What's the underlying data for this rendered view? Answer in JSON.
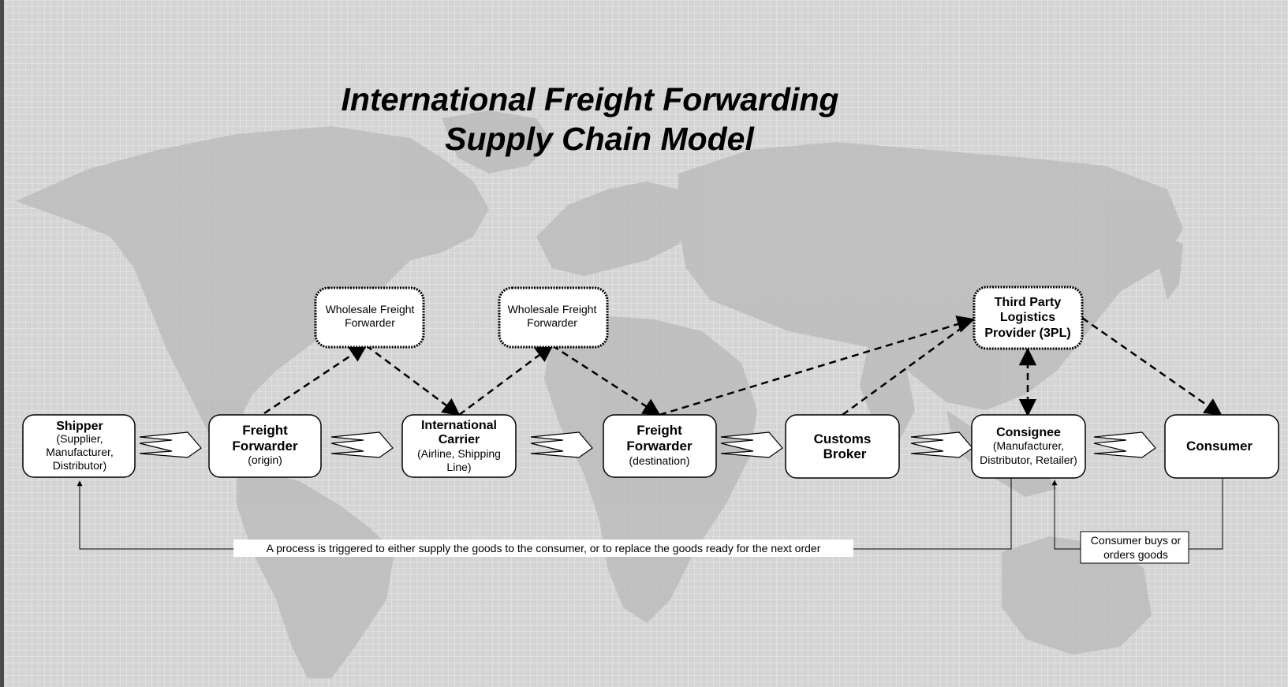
{
  "title": {
    "line1": "International Freight Forwarding",
    "line2": "Supply Chain Model"
  },
  "colors": {
    "background": "#d2d2d2",
    "land": "#bdbdbd",
    "grid": "#e6e6e6",
    "box_fill": "#ffffff",
    "stroke": "#000000",
    "left_bar": "#4a4a4a"
  },
  "nodes": {
    "shipper": {
      "name": "Shipper",
      "sub1": "(Supplier,",
      "sub2": "Manufacturer,",
      "sub3": "Distributor)"
    },
    "ff_origin": {
      "name1": "Freight",
      "name2": "Forwarder",
      "sub1": "(origin)"
    },
    "carrier": {
      "name1": "International",
      "name2": "Carrier",
      "sub1": "(Airline, Shipping",
      "sub2": "Line)"
    },
    "ff_dest": {
      "name1": "Freight",
      "name2": "Forwarder",
      "sub1": "(destination)"
    },
    "customs": {
      "name1": "Customs",
      "name2": "Broker"
    },
    "consignee": {
      "name": "Consignee",
      "sub1": "(Manufacturer,",
      "sub2": "Distributor, Retailer)"
    },
    "consumer": {
      "name": "Consumer"
    },
    "wholesale1": {
      "line1": "Wholesale Freight",
      "line2": "Forwarder"
    },
    "wholesale2": {
      "line1": "Wholesale Freight",
      "line2": "Forwarder"
    },
    "tpl": {
      "line1": "Third Party",
      "line2": "Logistics",
      "line3": "Provider (3PL)"
    }
  },
  "annotations": {
    "process_note": "A process is triggered to either supply the goods to the consumer, or to replace the goods ready for the next order",
    "consumer_note1": "Consumer buys or",
    "consumer_note2": "orders goods"
  }
}
